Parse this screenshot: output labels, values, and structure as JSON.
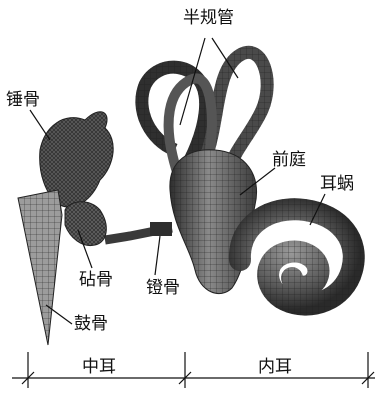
{
  "labels": {
    "semicircular_canals": "半规管",
    "malleus": "锤骨",
    "vestibule": "前庭",
    "cochlea": "耳蜗",
    "incus": "砧骨",
    "stapes": "镫骨",
    "eardrum": "鼓骨"
  },
  "regions": {
    "middle_ear": "中耳",
    "inner_ear": "内耳"
  },
  "colors": {
    "mesh_dark": "#3a3a3a",
    "mesh_mid": "#6e6e6e",
    "mesh_light": "#a8a8a8",
    "line": "#111111"
  }
}
